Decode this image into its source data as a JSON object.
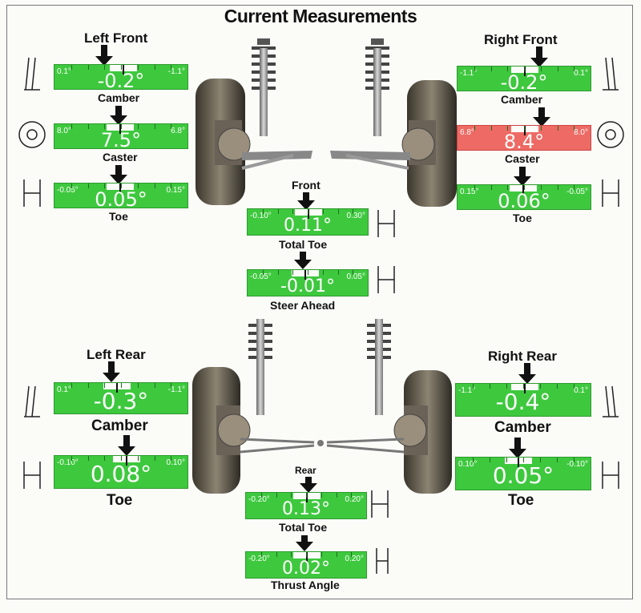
{
  "title": "Current Measurements",
  "colors": {
    "ok": "#3ec83e",
    "out_of_spec": "#ee6a64",
    "text": "#111111"
  },
  "front": {
    "left": {
      "heading": "Left Front",
      "camber": {
        "label": "Camber",
        "value": "-0.2°",
        "min": "0.1°",
        "max": "-1.1°",
        "status": "ok"
      },
      "caster": {
        "label": "Caster",
        "value": "7.5°",
        "min": "8.0°",
        "max": "6.8°",
        "status": "ok"
      },
      "toe": {
        "label": "Toe",
        "value": "0.05°",
        "min": "-0.05°",
        "max": "0.15°",
        "status": "ok"
      }
    },
    "right": {
      "heading": "Right Front",
      "camber": {
        "label": "Camber",
        "value": "-0.2°",
        "min": "-1.1°",
        "max": "0.1°",
        "status": "ok"
      },
      "caster": {
        "label": "Caster",
        "value": "8.4°",
        "min": "6.8°",
        "max": "8.0°",
        "status": "out_of_spec"
      },
      "toe": {
        "label": "Toe",
        "value": "0.06°",
        "min": "0.15°",
        "max": "-0.05°",
        "status": "ok"
      }
    },
    "total_toe": {
      "heading": "Front",
      "label": "Total Toe",
      "value": "0.11°",
      "min": "-0.10°",
      "max": "0.30°",
      "status": "ok"
    },
    "steer_ahead": {
      "label": "Steer Ahead",
      "value": "-0.01°",
      "min": "-0.05°",
      "max": "0.05°",
      "status": "ok"
    }
  },
  "rear": {
    "left": {
      "heading": "Left Rear",
      "camber": {
        "label": "Camber",
        "value": "-0.3°",
        "min": "0.1°",
        "max": "-1.1°",
        "status": "ok"
      },
      "toe": {
        "label": "Toe",
        "value": "0.08°",
        "min": "-0.10°",
        "max": "0.10°",
        "status": "ok"
      }
    },
    "right": {
      "heading": "Right Rear",
      "camber": {
        "label": "Camber",
        "value": "-0.4°",
        "min": "-1.1°",
        "max": "0.1°",
        "status": "ok"
      },
      "toe": {
        "label": "Toe",
        "value": "0.05°",
        "min": "0.10°",
        "max": "-0.10°",
        "status": "ok"
      }
    },
    "total_toe": {
      "heading": "Rear",
      "label": "Total Toe",
      "value": "0.13°",
      "min": "-0.20°",
      "max": "0.20°",
      "status": "ok"
    },
    "thrust_angle": {
      "label": "Thrust Angle",
      "value": "0.02°",
      "min": "-0.20°",
      "max": "0.20°",
      "status": "ok"
    }
  }
}
